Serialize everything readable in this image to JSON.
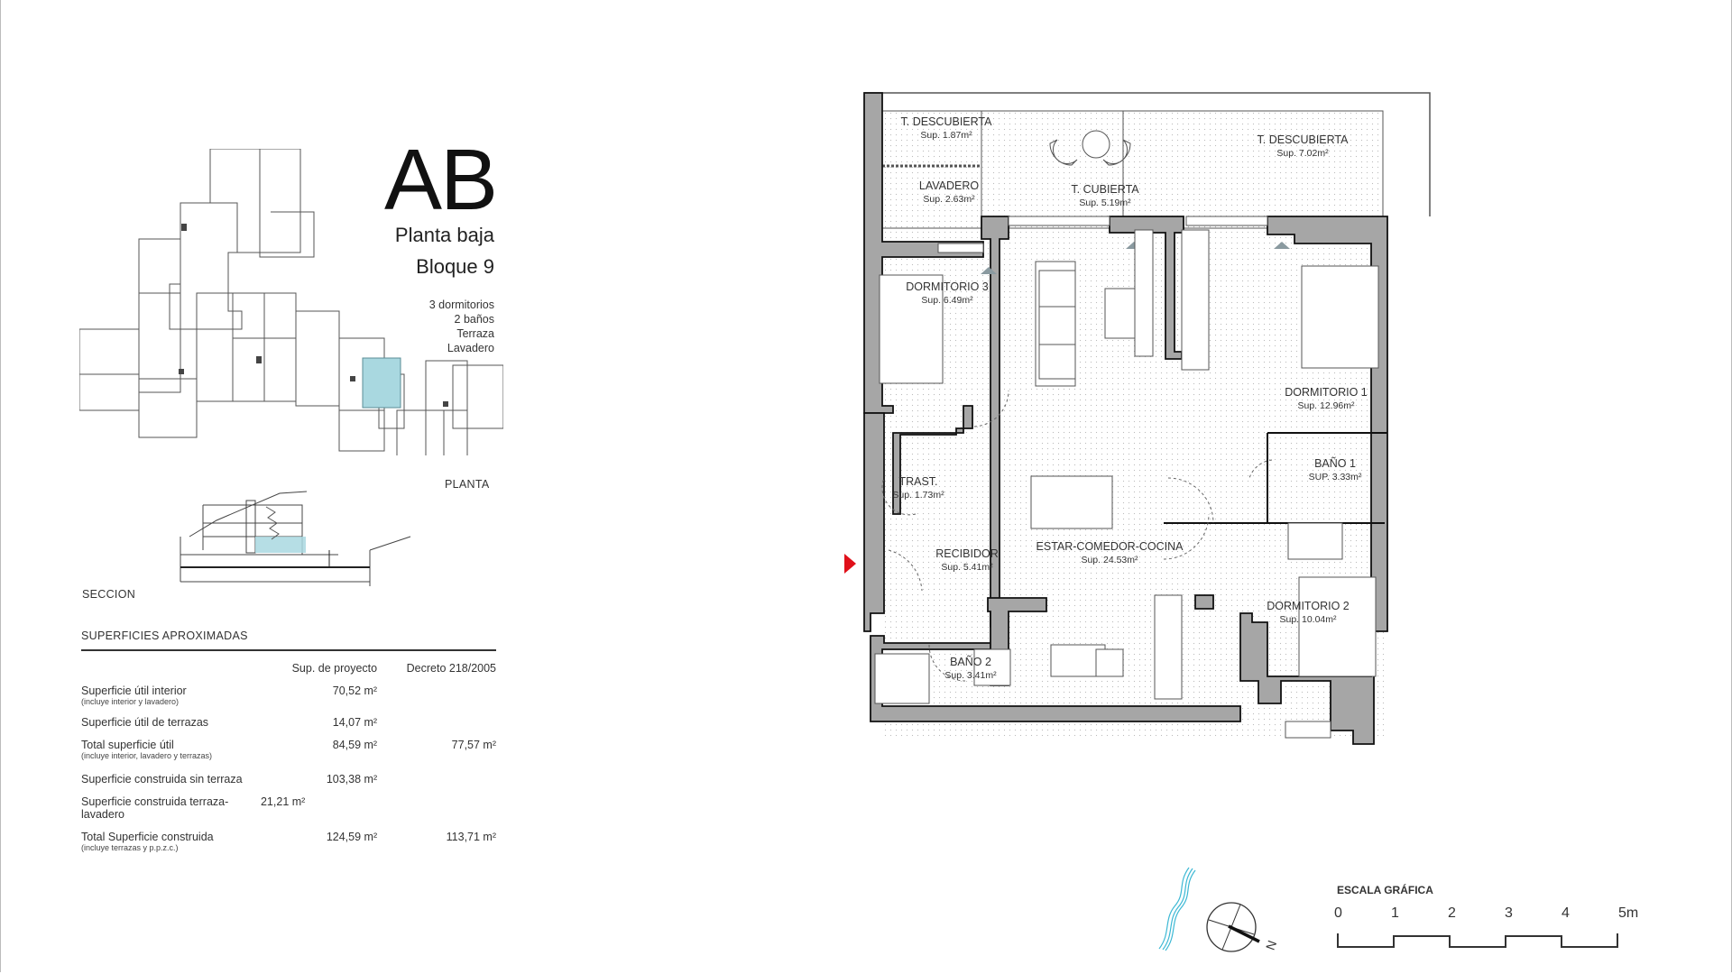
{
  "header": {
    "unit_code": "AB",
    "floor": "Planta baja",
    "block": "Bloque 9",
    "features": [
      "3 dormitorios",
      "2 baños",
      "Terraza",
      "Lavadero"
    ]
  },
  "key_plan": {
    "plan_caption": "PLANTA",
    "section_caption": "SECCION",
    "highlight_color": "#a9d8e0"
  },
  "areas": {
    "title": "SUPERFICIES APROXIMADAS",
    "columns": [
      "",
      "Sup. de proyecto",
      "Decreto 218/2005"
    ],
    "rows": [
      {
        "label": "Superficie útil interior",
        "note": "(incluye interior y lavadero)",
        "project": "70,52 m²",
        "decree": ""
      },
      {
        "label": "Superficie útil de terrazas",
        "note": "",
        "project": "14,07 m²",
        "decree": ""
      },
      {
        "label": "Total superficie útil",
        "note": "(incluye interior, lavadero y terrazas)",
        "project": "84,59 m²",
        "decree": "77,57 m²"
      },
      {
        "label": "Superficie construida sin terraza",
        "note": "",
        "project": "103,38 m²",
        "decree": ""
      },
      {
        "label": "Superficie construida terraza-lavadero",
        "note": "",
        "project": "21,21 m²",
        "decree": ""
      },
      {
        "label": "Total Superficie construida",
        "note": "(incluye terrazas y p.p.z.c.)",
        "project": "124,59 m²",
        "decree": "113,71 m²"
      }
    ]
  },
  "rooms": [
    {
      "name": "T. DESCUBIERTA",
      "area": "Sup. 1.87m²"
    },
    {
      "name": "LAVADERO",
      "area": "Sup. 2.63m²"
    },
    {
      "name": "T. CUBIERTA",
      "area": "Sup. 5.19m²"
    },
    {
      "name": "T. DESCUBIERTA",
      "area": "Sup. 7.02m²"
    },
    {
      "name": "DORMITORIO 3",
      "area": "Sup. 6.49m²"
    },
    {
      "name": "DORMITORIO 1",
      "area": "Sup. 12.96m²"
    },
    {
      "name": "TRAST.",
      "area": "Sup. 1.73m²"
    },
    {
      "name": "BAÑO 1",
      "area": "SUP. 3.33m²"
    },
    {
      "name": "RECIBIDOR",
      "area": "Sup. 5.41m²"
    },
    {
      "name": "ESTAR-COMEDOR-COCINA",
      "area": "Sup. 24.53m²"
    },
    {
      "name": "DORMITORIO 2",
      "area": "Sup. 10.04m²"
    },
    {
      "name": "BAÑO 2",
      "area": "Sup. 3.41m²"
    }
  ],
  "entrance_marker_color": "#e0101a",
  "compass": {
    "north_label": "N"
  },
  "scale": {
    "title": "ESCALA GRÁFICA",
    "ticks": [
      "0",
      "1",
      "2",
      "3",
      "4",
      "5m"
    ]
  }
}
